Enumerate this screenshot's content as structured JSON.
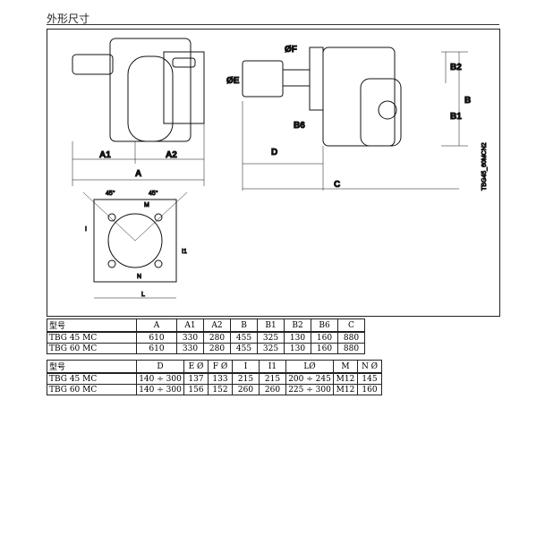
{
  "title": "外形尺寸",
  "drawing": {
    "A": "A",
    "A1": "A1",
    "A2": "A2",
    "B": "B",
    "B1": "B1",
    "B2": "B2",
    "B6": "B6",
    "C": "C",
    "D": "D",
    "E": "ØE",
    "F": "ØF",
    "angle1": "45°",
    "angle2": "45°",
    "M": "M",
    "N": "N",
    "L": "L",
    "I": "I",
    "I1": "I1",
    "code": "TBG45_60MCN2"
  },
  "table1": {
    "headers": [
      "型号",
      "A",
      "A1",
      "A2",
      "B",
      "B1",
      "B2",
      "B6",
      "C"
    ],
    "rows": [
      [
        "TBG 45 MC",
        "610",
        "330",
        "280",
        "455",
        "325",
        "130",
        "160",
        "880"
      ],
      [
        "TBG 60 MC",
        "610",
        "330",
        "280",
        "455",
        "325",
        "130",
        "160",
        "880"
      ]
    ]
  },
  "table2": {
    "headers": [
      "型号",
      "D",
      "E Ø",
      "F Ø",
      "I",
      "I1",
      "LØ",
      "M",
      "N Ø"
    ],
    "rows": [
      [
        "TBG 45 MC",
        "140 ÷ 300",
        "137",
        "133",
        "215",
        "215",
        "200 ÷ 245",
        "M12",
        "145"
      ],
      [
        "TBG 60 MC",
        "140 ÷ 300",
        "156",
        "152",
        "260",
        "260",
        "225 ÷ 300",
        "M12",
        "160"
      ]
    ]
  }
}
